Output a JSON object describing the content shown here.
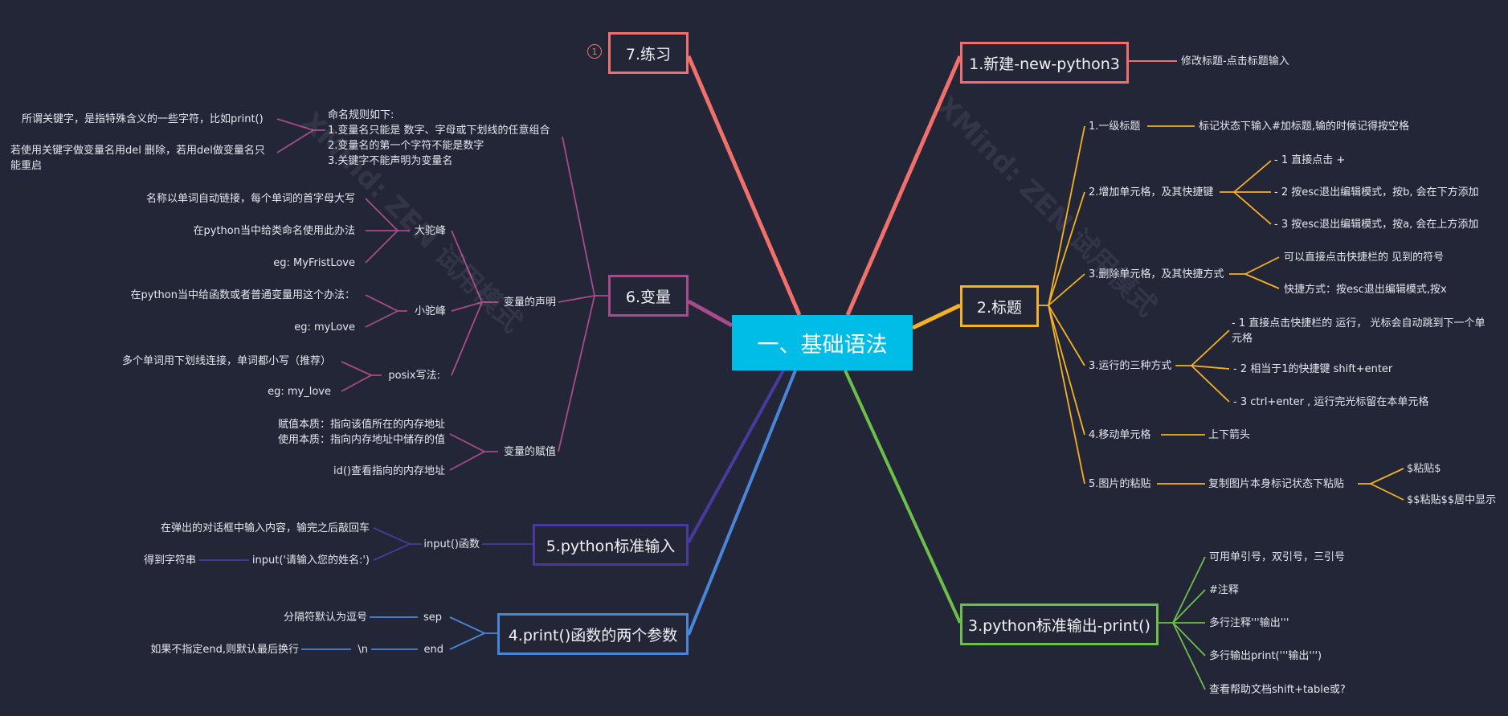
{
  "colors": {
    "background": "#232637",
    "root_fill": "#00bde8",
    "sec1": "#f2706b",
    "sec2": "#f6b223",
    "sec3": "#6cc04a",
    "sec4": "#4a86d8",
    "sec5": "#4a3a9e",
    "sec6": "#a84b8c",
    "sec7": "#f2706b"
  },
  "watermark": "XMind: ZEN 试用模式",
  "root": "一、基础语法",
  "s1": {
    "title": "1.新建-new-python3",
    "c1": "修改标题-点击标题输入"
  },
  "s2": {
    "title": "2.标题",
    "a": "1.一级标题",
    "a1": "标记状态下输入#加标题,输的时候记得按空格",
    "b": "2.增加单元格，及其快捷键",
    "b1": "- 1 直接点击  +",
    "b2": "- 2 按esc退出编辑模式，按b, 会在下方添加",
    "b3": "- 3 按esc退出编辑模式，按a, 会在上方添加",
    "c": "3.删除单元格，及其快捷方式",
    "c1": "可以直接点击快捷栏的 见到的符号",
    "c2": "快捷方式：按esc退出编辑模式,按x",
    "d": "3.运行的三种方式",
    "d1a": "- 1 直接点击快捷栏的 运行，  光标会自动跳到下一个单",
    "d1b": "元格",
    "d2": "- 2 相当于1的快捷键 shift+enter",
    "d3": "- 3 ctrl+enter , 运行完光标留在本单元格",
    "e": "4.移动单元格",
    "e1": "上下箭头",
    "f": "5.图片的粘贴",
    "f1": "复制图片本身标记状态下粘贴",
    "f1a": "$粘贴$",
    "f1b": "$$粘贴$$居中显示"
  },
  "s3": {
    "title": "3.python标准输出-print()",
    "c1": "可用单引号，双引号，三引号",
    "c2": "#注释",
    "c3": "多行注释'''输出'''",
    "c4": "多行输出print('''输出''')",
    "c5": "查看帮助文档shift+table或?"
  },
  "s4": {
    "title": "4.print()函数的两个参数",
    "sep": "sep",
    "sep1": "分隔符默认为逗号",
    "end": "end",
    "end1": "\\n",
    "end2": "如果不指定end,则默认最后换行"
  },
  "s5": {
    "title": "5.python标准输入",
    "fn": "input()函数",
    "c1": "在弹出的对话框中输入内容，输完之后敲回车",
    "c2": "input('请输入您的姓名:')",
    "c2a": "得到字符串"
  },
  "s6": {
    "title": "6.变量",
    "rules": [
      "命名规则如下:",
      "1.变量名只能是 数字、字母或下划线的任意组合",
      "2.变量名的第一个字符不能是数字",
      "3.关键字不能声明为变量名"
    ],
    "kw1": "所谓关键字，是指特殊含义的一些字符，比如print()",
    "kw2a": "若使用关键字做变量名用del 删除，若用del做变量名只",
    "kw2b": "能重启",
    "decl": "变量的声明",
    "big": "大驼峰",
    "big1": "名称以单词自动链接，每个单词的首字母大写",
    "big2": "在python当中给类命名使用此办法",
    "big3": "eg:   MyFristLove",
    "small": "小驼峰",
    "small1": "在python当中给函数或者普通变量用这个办法：",
    "small2": "eg:   myLove",
    "posix": "posix写法:",
    "posix1": "多个单词用下划线连接，单词都小写（推荐）",
    "posix2": "eg:   my_love",
    "assign": "变量的赋值",
    "as1a": "赋值本质：指向该值所在的内存地址",
    "as1b": "使用本质：指向内存地址中储存的值",
    "as2": "id()查看指向的内存地址"
  },
  "s7": {
    "title": "7.练习",
    "badge": "1"
  }
}
